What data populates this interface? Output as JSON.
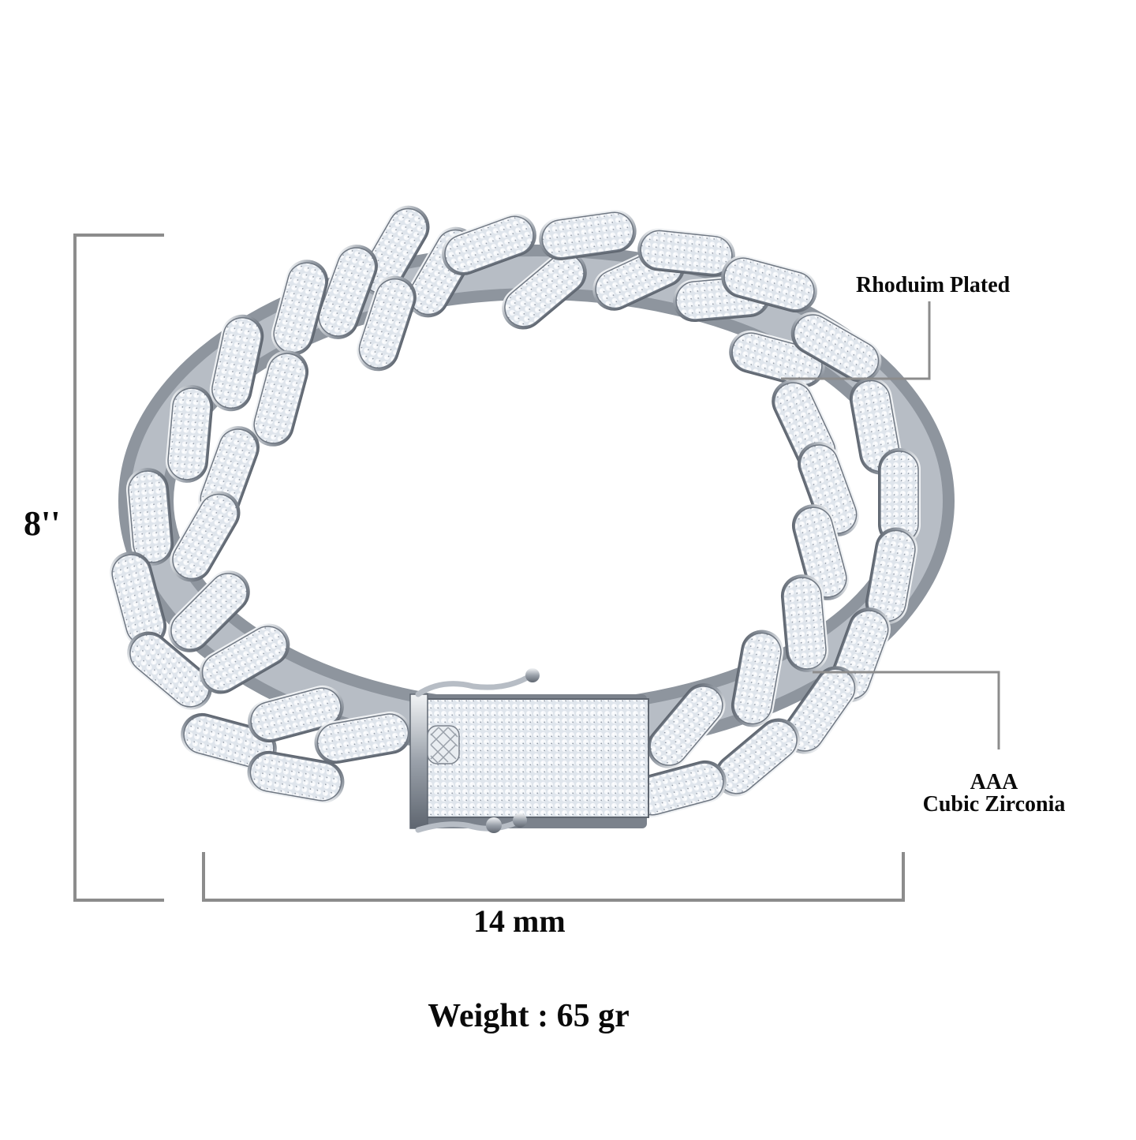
{
  "product": {
    "type": "Cuban link bracelet (iced-out)",
    "metal_finish_color": "#c8cdd3",
    "stone_color": "#eef2f6"
  },
  "dimensions": {
    "length_label": "8''",
    "width_label": "14 mm"
  },
  "callouts": {
    "plating": "Rhoduim Plated",
    "stones_grade": "AAA",
    "stones_type": "Cubic Zirconia"
  },
  "weight": {
    "label": "Weight : 65 gr"
  },
  "styles": {
    "dimension_line_color": "#8c8c8c",
    "text_color": "#0a0a0a",
    "background": "#ffffff"
  }
}
